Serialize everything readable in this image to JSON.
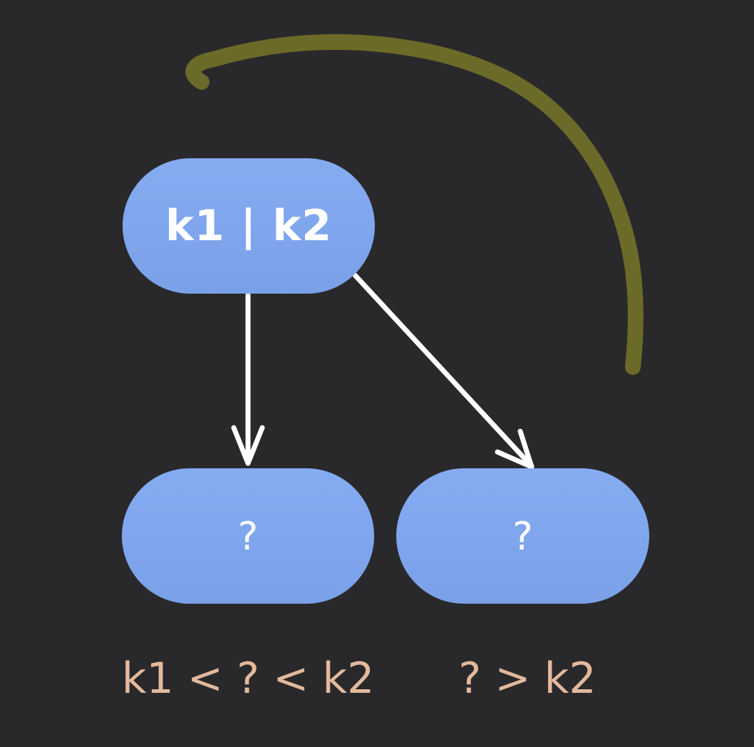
{
  "diagram": {
    "root_node_label": "k1 | k2",
    "left_child_label": "?",
    "right_child_label": "?",
    "left_condition": "k1 < ? < k2",
    "right_condition": "? > k2"
  },
  "colors": {
    "background": "#29282b",
    "node_fill": "#82a8ef",
    "arrow": "#ffffff",
    "annotation_stroke": "#6b6a28",
    "caption_text": "#e3b99c"
  },
  "icons": [
    "arrow-down-icon",
    "arrow-diagonal-icon",
    "hand-drawn-arc"
  ]
}
